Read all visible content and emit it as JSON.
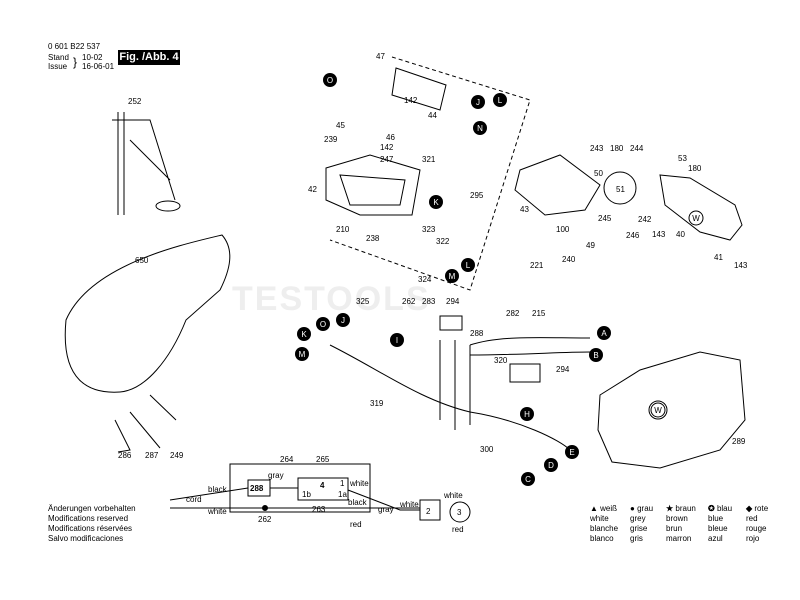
{
  "header": {
    "doc_number": "0 601 B22 537",
    "stand_label": "Stand",
    "issue_label": "Issue",
    "revision": "10-02",
    "date": "16-06-01",
    "figure": "Fig. /Abb. 4"
  },
  "watermark": "TESTOOLS",
  "notes": [
    "Änderungen vorbehalten",
    "Modifications reserved",
    "Modifications réservées",
    "Salvo modificaciones"
  ],
  "color_legend": [
    {
      "symbol": "▲",
      "lines": [
        "weiß",
        "white",
        "blanche",
        "blanco"
      ]
    },
    {
      "symbol": "●",
      "lines": [
        "grau",
        "grey",
        "grise",
        "gris"
      ]
    },
    {
      "symbol": "★",
      "lines": [
        "braun",
        "brown",
        "brun",
        "marron"
      ]
    },
    {
      "symbol": "✪",
      "lines": [
        "blau",
        "blue",
        "bleue",
        "azul"
      ]
    },
    {
      "symbol": "◆",
      "lines": [
        "rote",
        "red",
        "rouge",
        "rojo"
      ]
    }
  ],
  "part_numbers": [
    "47",
    "252",
    "O",
    "142",
    "44",
    "J",
    "L",
    "45",
    "46",
    "N",
    "239",
    "142",
    "321",
    "247",
    "42",
    "295",
    "K",
    "210",
    "238",
    "323",
    "322",
    "324",
    "M",
    "L",
    "650",
    "262",
    "283",
    "294",
    "325",
    "O",
    "J",
    "288",
    "282",
    "215",
    "A",
    "K",
    "I",
    "B",
    "M",
    "320",
    "294",
    "319",
    "H",
    "300",
    "E",
    "D",
    "C",
    "286",
    "287",
    "249",
    "243",
    "180",
    "244",
    "53",
    "50",
    "51",
    "180",
    "245",
    "242",
    "143",
    "40",
    "W",
    "43",
    "100",
    "49",
    "221",
    "240",
    "246",
    "41",
    "143",
    "W",
    "289"
  ],
  "callout_letters": [
    "O",
    "J",
    "L",
    "N",
    "K",
    "M",
    "L",
    "O",
    "J",
    "K",
    "I",
    "M",
    "A",
    "B",
    "H",
    "E",
    "D",
    "C",
    "W",
    "W"
  ],
  "wiring": {
    "labels": [
      "264",
      "265",
      "black",
      "gray",
      "4",
      "1",
      "white",
      "288",
      "1b",
      "1a",
      "cord",
      "white",
      "263",
      "black",
      "262",
      "gray",
      "white",
      "2",
      "3",
      "white",
      "red",
      "red"
    ]
  }
}
